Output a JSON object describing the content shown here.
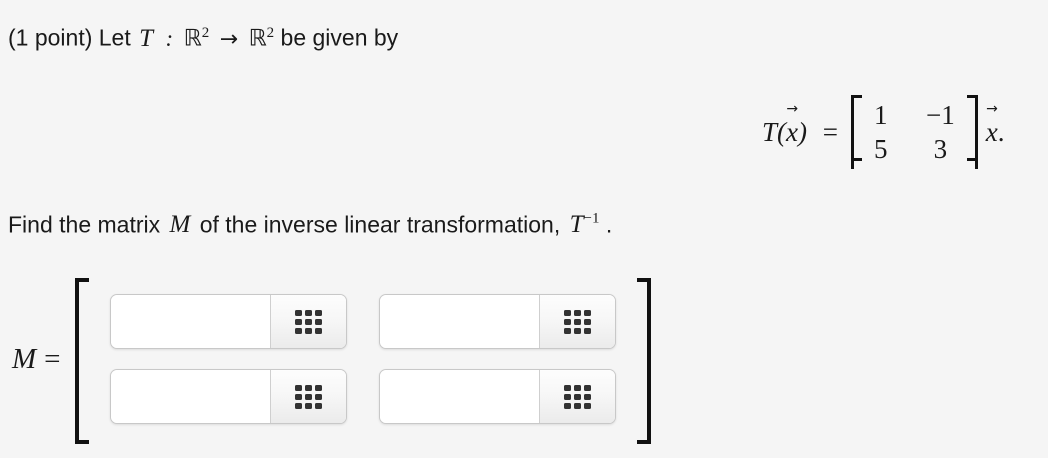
{
  "problem": {
    "points_label": "(1 point)",
    "line1_prefix": "Let",
    "transform_symbol": "T",
    "colon": ":",
    "domain_set": "ℝ",
    "domain_exponent": "2",
    "map_arrow": "→",
    "codomain_set": "ℝ",
    "codomain_exponent": "2",
    "line1_suffix": "be given by"
  },
  "equation": {
    "lhs_function": "T",
    "lhs_open_paren": "(",
    "lhs_variable": "x",
    "lhs_close_paren": ")",
    "equals": "=",
    "matrix": {
      "rows": [
        [
          "1",
          "−1"
        ],
        [
          "5",
          "3"
        ]
      ]
    },
    "rhs_variable": "x",
    "rhs_period": "."
  },
  "instruction": {
    "prefix": "Find the matrix",
    "matrix_symbol": "M",
    "middle": "of the inverse linear transformation,",
    "inverse_symbol": "T",
    "inverse_exponent": "−1",
    "period": "."
  },
  "answer": {
    "label_symbol": "M",
    "label_equals": "=",
    "fields": [
      {
        "name": "entry-1-1",
        "value": "",
        "placeholder": ""
      },
      {
        "name": "entry-1-2",
        "value": "",
        "placeholder": ""
      },
      {
        "name": "entry-2-1",
        "value": "",
        "placeholder": ""
      },
      {
        "name": "entry-2-2",
        "value": "",
        "placeholder": ""
      }
    ],
    "keypad_icon_name": "keypad-grid-icon",
    "keypad_dot_count": 9
  },
  "colors": {
    "page_background": "#f5f5f5",
    "text": "#1a1a1a",
    "field_background": "#ffffff",
    "field_border": "#c8c8c8",
    "keypad_dot": "#333333",
    "bracket": "#111111"
  }
}
